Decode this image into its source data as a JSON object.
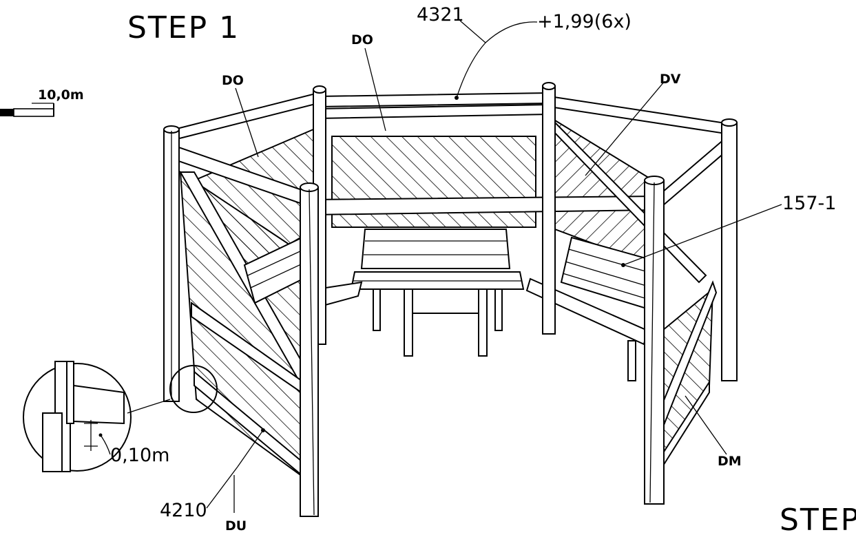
{
  "labels": {
    "step_title": "STEP 1",
    "step_next": "STEP",
    "part_4321": "4321",
    "height_note": "+1,99(6x)",
    "do_center": "DO",
    "do_left": "DO",
    "dv": "DV",
    "part_157": "157-1",
    "dm": "DM",
    "du": "DU",
    "part_4210": "4210",
    "detail_dim": "0,10m",
    "scale": "10,0m"
  },
  "colors": {
    "ink": "#000000",
    "paper": "#ffffff"
  },
  "icons": {
    "scale_bar": "scale-bar-icon",
    "detail": "magnifier-detail-icon"
  }
}
